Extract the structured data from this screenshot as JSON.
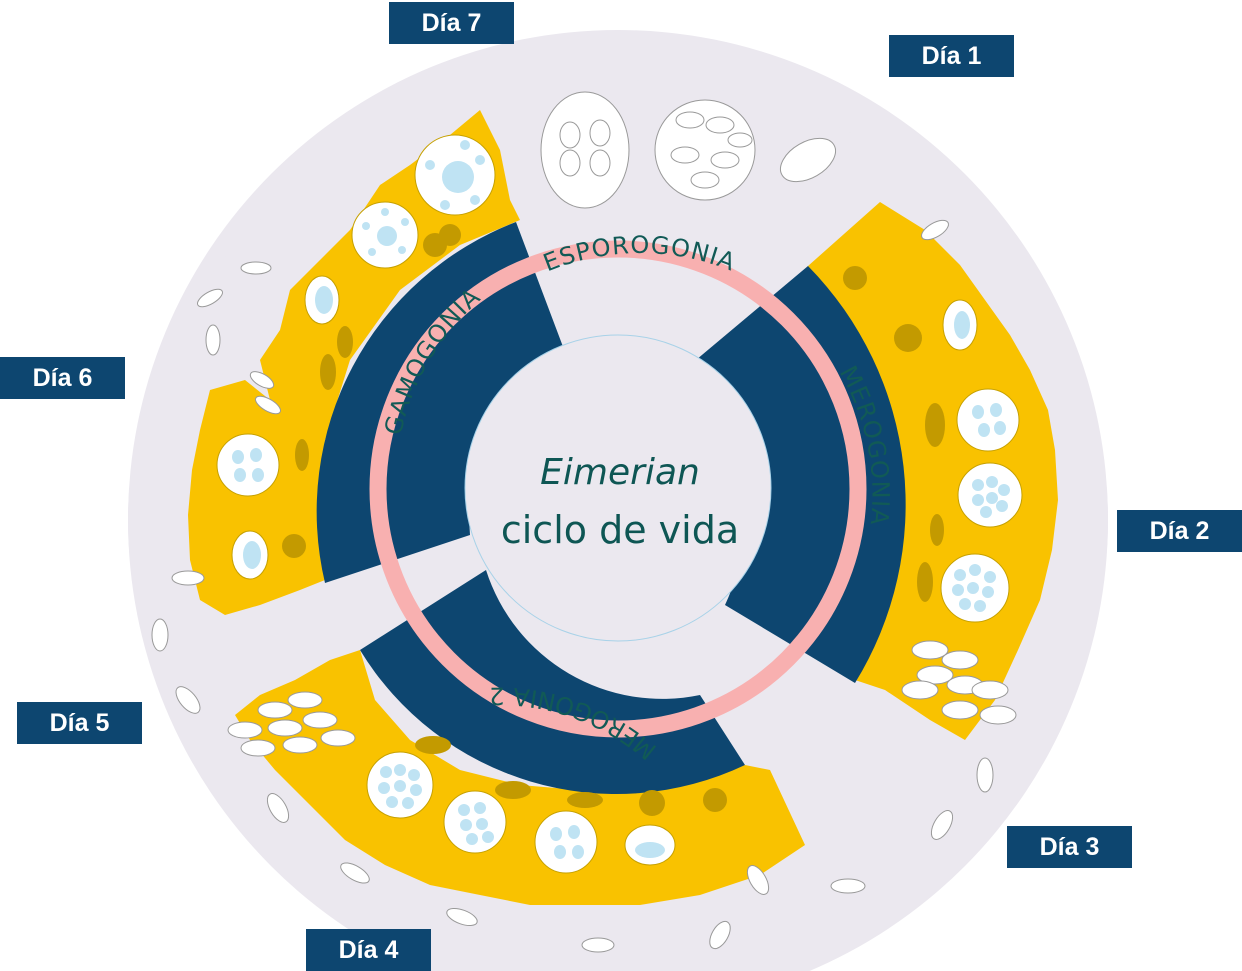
{
  "center": {
    "title_italic": "Eimerian",
    "title_sub": "ciclo de vida"
  },
  "phases": {
    "esporogonia": "ESPOROGONIA",
    "merogonia": "MEROGONIA",
    "merogonia2": "MEROGONIA 2",
    "gamogonia": "GAMOGONIA"
  },
  "days": {
    "d1": "Día 1",
    "d2": "Día 2",
    "d3": "Día 3",
    "d4": "Día 4",
    "d5": "Día 5",
    "d6": "Día 6",
    "d7": "Día 7"
  },
  "colors": {
    "background_disc": "#ebe8ef",
    "tissue": "#f9c200",
    "phase_band": "#0d4670",
    "ring": "#f8b0b0",
    "cell_nucleus": "#bfe3f3",
    "dark_nucleus": "#c39a00",
    "day_label": "#0d4670"
  }
}
